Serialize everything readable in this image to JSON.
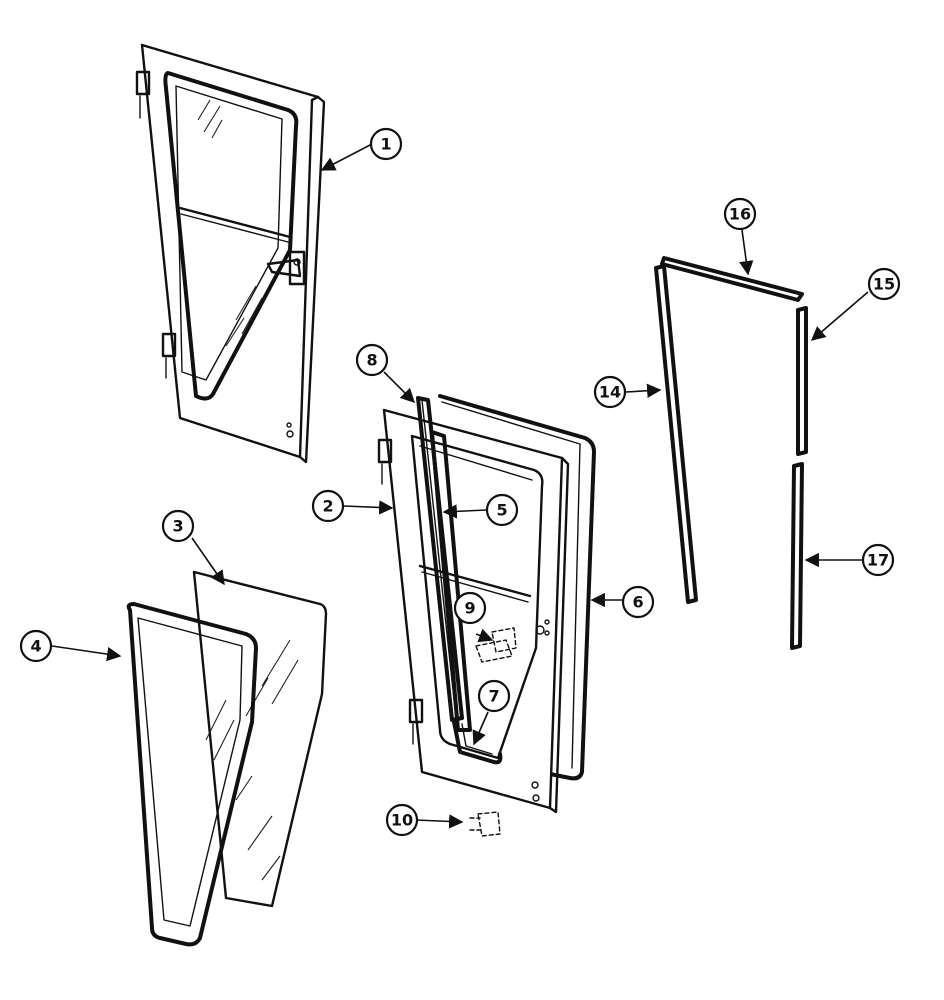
{
  "callouts": [
    {
      "id": "1",
      "label": "1"
    },
    {
      "id": "2",
      "label": "2"
    },
    {
      "id": "3",
      "label": "3"
    },
    {
      "id": "4",
      "label": "4"
    },
    {
      "id": "5",
      "label": "5"
    },
    {
      "id": "6",
      "label": "6"
    },
    {
      "id": "7",
      "label": "7"
    },
    {
      "id": "8",
      "label": "8"
    },
    {
      "id": "9",
      "label": "9"
    },
    {
      "id": "10",
      "label": "10"
    },
    {
      "id": "14",
      "label": "14"
    },
    {
      "id": "15",
      "label": "15"
    },
    {
      "id": "16",
      "label": "16"
    },
    {
      "id": "17",
      "label": "17"
    }
  ]
}
